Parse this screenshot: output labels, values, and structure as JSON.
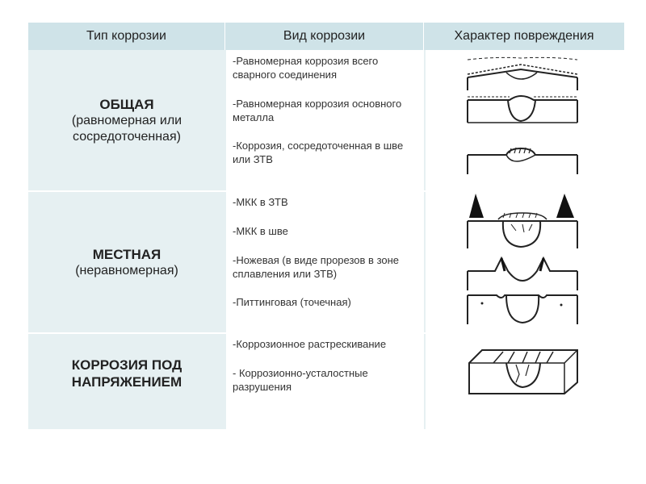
{
  "header": {
    "col1": "Тип коррозии",
    "col2": "Вид коррозии",
    "col3": "Характер повреждения"
  },
  "rows": [
    {
      "type_title": "ОБЩАЯ",
      "type_sub": "(равномерная или сосредоточенная)",
      "items": [
        "-Равномерная коррозия всего сварного соединения",
        "-Равномерная коррозия основного металла",
        "-Коррозия, сосредоточенная в шве или ЗТВ"
      ]
    },
    {
      "type_title": "МЕСТНАЯ",
      "type_sub": "(неравномерная)",
      "items": [
        "-МКК в ЗТВ",
        "-МКК в шве",
        "-Ножевая (в виде прорезов в зоне сплавления или ЗТВ)",
        "-Питтинговая (точечная)"
      ]
    },
    {
      "type_title": "КОРРОЗИЯ ПОД НАПРЯЖЕНИЕМ",
      "type_sub": "",
      "items": [
        "-Коррозионное растрескивание",
        "- Коррозионно-усталостные разрушения"
      ]
    }
  ]
}
